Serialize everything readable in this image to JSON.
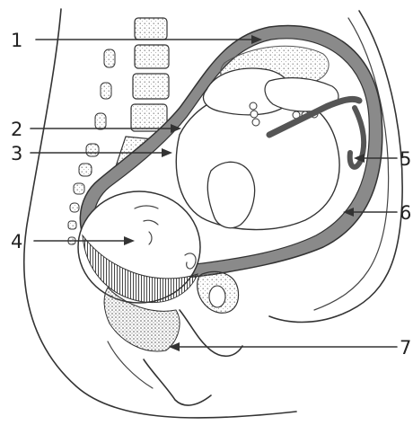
{
  "labels": [
    {
      "number": "1"
    },
    {
      "number": "2"
    },
    {
      "number": "3"
    },
    {
      "number": "4"
    },
    {
      "number": "5"
    },
    {
      "number": "6"
    },
    {
      "number": "7"
    }
  ],
  "colors": {
    "line": "#333333",
    "uterine_wall": "#8a8a8a",
    "stipple": "#bdbdbd",
    "cord": "#555555",
    "background": "#ffffff"
  }
}
